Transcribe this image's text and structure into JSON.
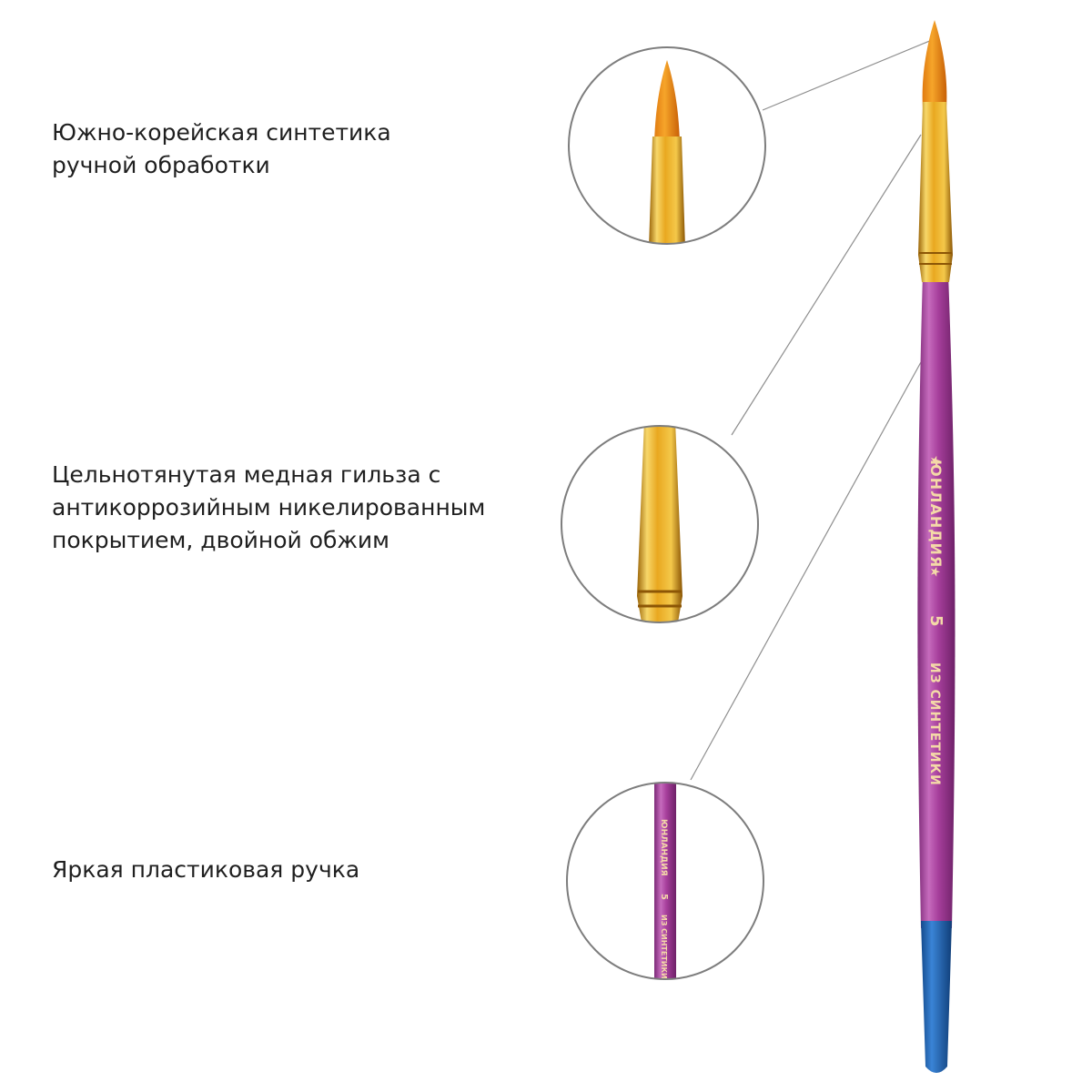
{
  "captions": [
    {
      "text": "Южно-корейская синтетика\nручной обработки"
    },
    {
      "text": "Цельнотянутая медная гильза с\nантикоррозийным никелированным\nпокрытием, двойной обжим"
    },
    {
      "text": "Яркая пластиковая ручка"
    }
  ],
  "brush": {
    "brand": "ЮНЛАНДИЯ",
    "size": "5",
    "material": "ИЗ СИНТЕТИКИ"
  },
  "colors": {
    "bristle": "#f39a1e",
    "ferrule": "#e9a820",
    "handle": "#a73f9c",
    "tip": "#1e64b4",
    "imprint": "#f4d9a8",
    "callout_line": "#8e8e8e",
    "circle_border": "#7d7d7d",
    "caption_text": "#1f1f1f"
  }
}
